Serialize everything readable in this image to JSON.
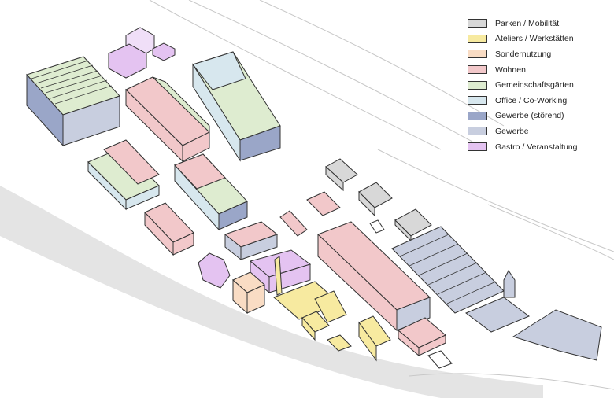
{
  "colors": {
    "parking": "#d8d8d8",
    "ateliers": "#f7eaa0",
    "special": "#f9dcc4",
    "housing": "#f2c8ca",
    "gardens": "#deecd0",
    "office": "#d7e7ee",
    "commercial_disturbing": "#9aa6c8",
    "commercial": "#c8cedf",
    "gastro": "#e4c3f1",
    "outline": "#333333",
    "background_lines": "#c8c8c8",
    "road": "#e4e4e4"
  },
  "legend": {
    "items": [
      {
        "key": "parking",
        "label": "Parken / Mobilität",
        "color": "#d8d8d8"
      },
      {
        "key": "ateliers",
        "label": "Ateliers / Werkstätten",
        "color": "#f7eaa0"
      },
      {
        "key": "special",
        "label": "Sondernutzung",
        "color": "#f9dcc4"
      },
      {
        "key": "housing",
        "label": "Wohnen",
        "color": "#f2c8ca"
      },
      {
        "key": "gardens",
        "label": "Gemeinschaftsgärten",
        "color": "#deecd0"
      },
      {
        "key": "office",
        "label": "Office / Co-Working",
        "color": "#d7e7ee"
      },
      {
        "key": "commercial_disturbing",
        "label": "Gewerbe (störend)",
        "color": "#9aa6c8"
      },
      {
        "key": "commercial",
        "label": "Gewerbe",
        "color": "#c8cedf"
      },
      {
        "key": "gastro",
        "label": "Gastro / Veranstaltung",
        "color": "#e4c3f1"
      }
    ]
  }
}
